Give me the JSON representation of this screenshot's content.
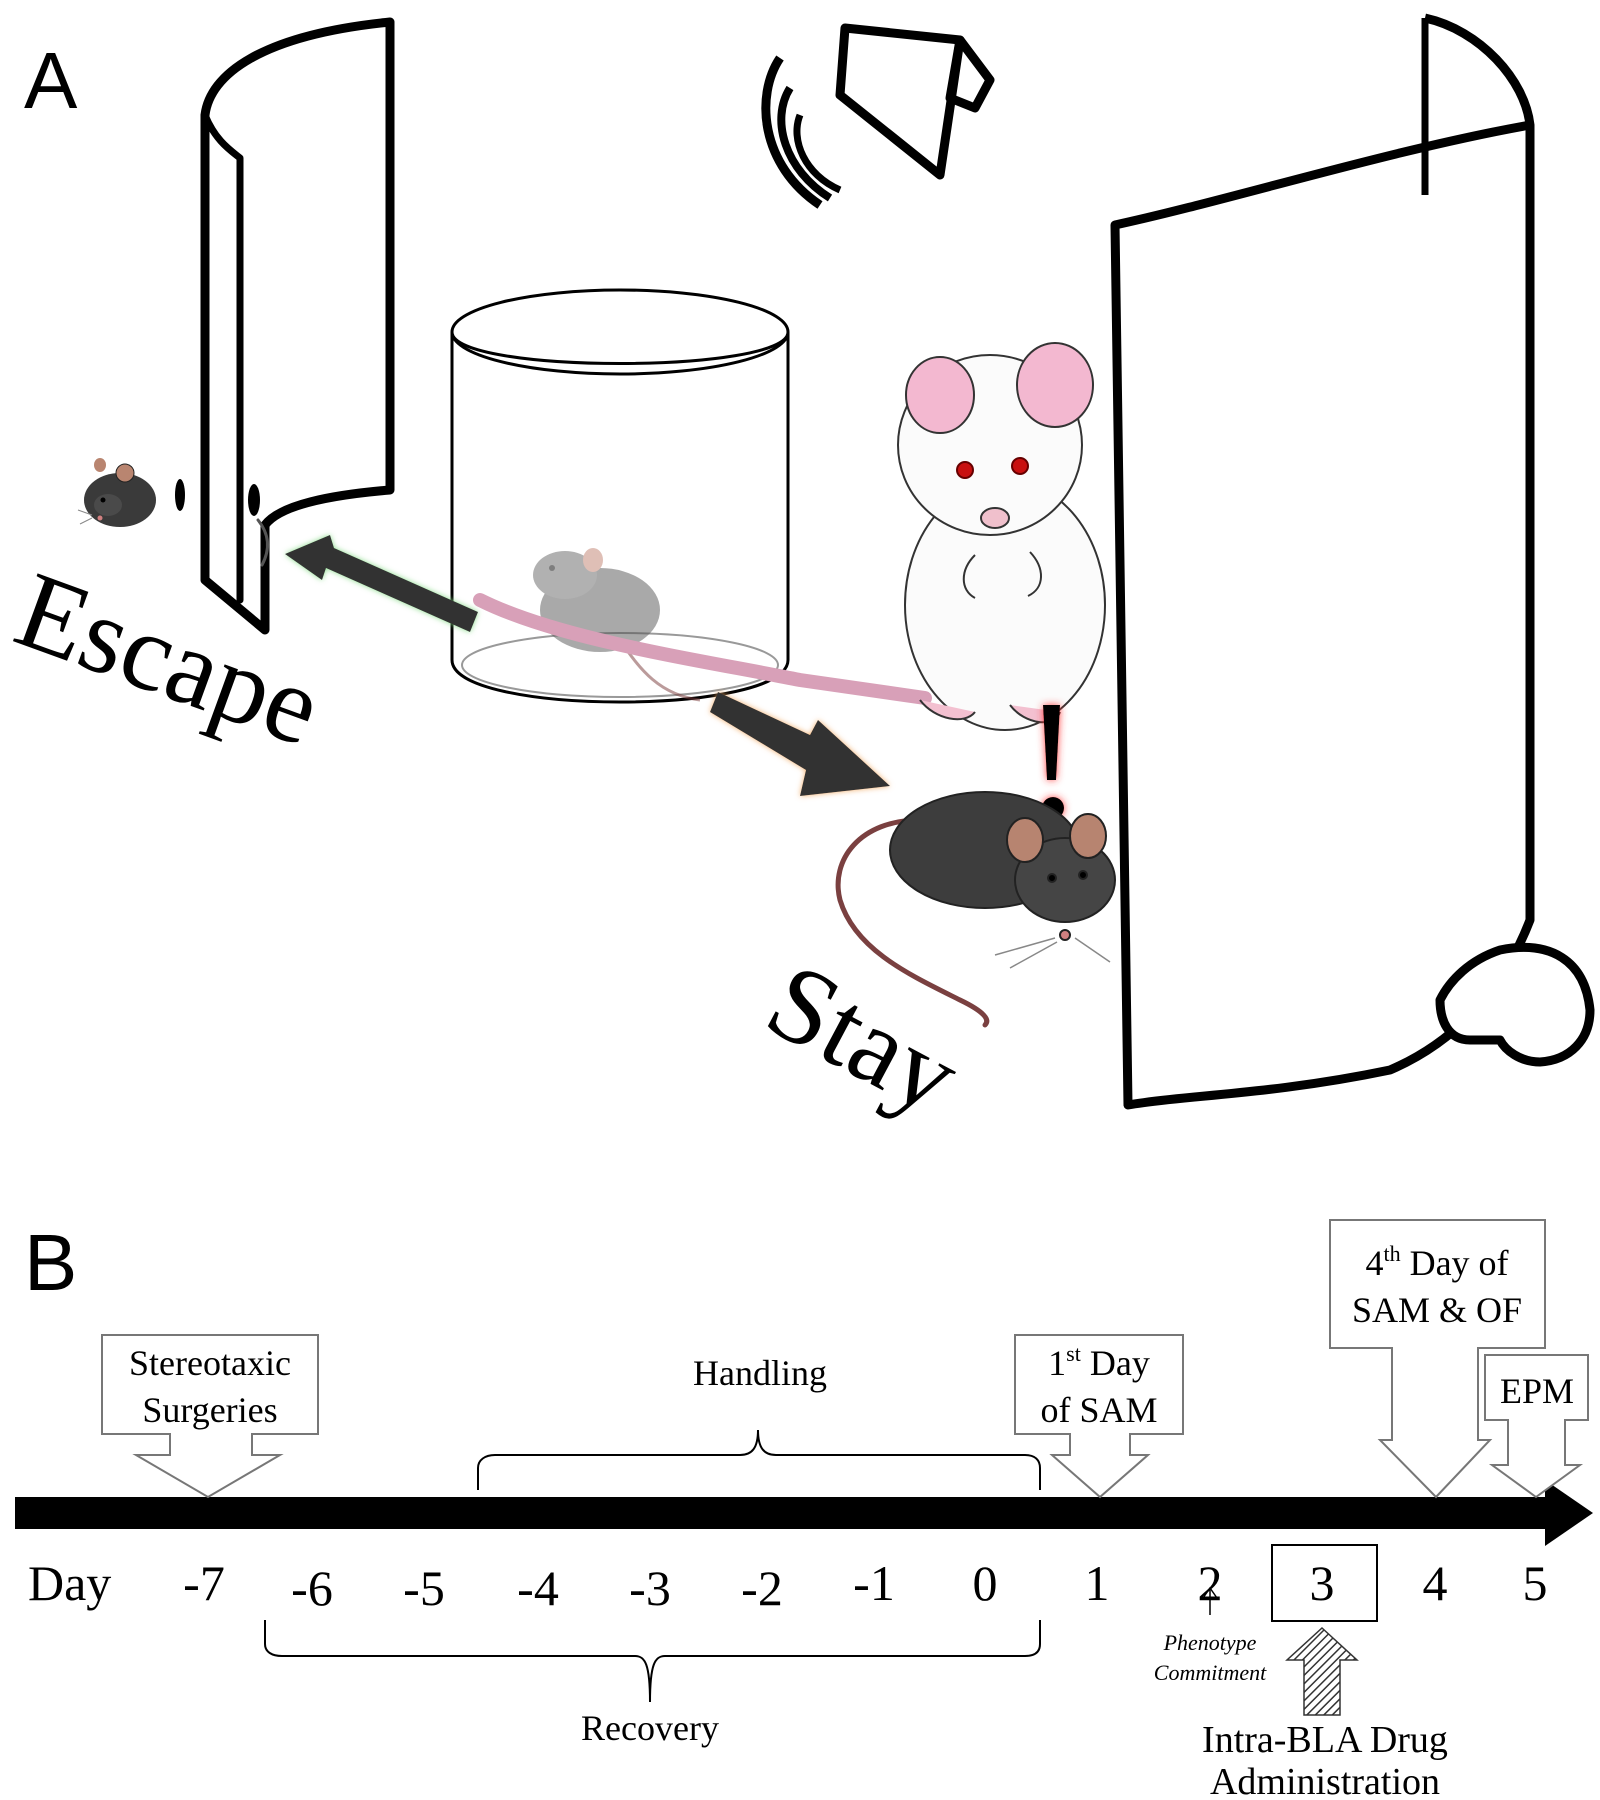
{
  "panel_a": {
    "label": "A",
    "escape_label": "Escape",
    "stay_label": "Stay",
    "icons": [
      "speaker-icon",
      "escape-tube",
      "center-cylinder",
      "stay-tube",
      "white-rat",
      "black-mouse-stay",
      "black-mouse-escape",
      "exclamation-icon",
      "escape-arrow",
      "stay-arrow"
    ],
    "colors": {
      "escape_glow": "#9be09b",
      "stay_glow": "#f0b070",
      "alert": "#e02020",
      "arrow": "#333333"
    }
  },
  "panel_b": {
    "label": "B",
    "day_label": "Day",
    "days": [
      "-7",
      "-6",
      "-5",
      "-4",
      "-3",
      "-2",
      "-1",
      "0",
      "1",
      "2",
      "3",
      "4",
      "5"
    ],
    "events": {
      "surgeries": {
        "line1": "Stereotaxic",
        "line2": "Surgeries"
      },
      "first_day": {
        "line1": "1",
        "sup": "st",
        "line1_rest": " Day",
        "line2": "of SAM"
      },
      "fourth_day": {
        "line1": "4",
        "sup": "th",
        "line1_rest": " Day of",
        "line2": "SAM & OF"
      },
      "epm": "EPM"
    },
    "handling": "Handling",
    "recovery": "Recovery",
    "phenotype": {
      "line1": "Phenotype",
      "line2": "Commitment"
    },
    "drug": {
      "line1": "Intra-BLA Drug",
      "line2": "Administration"
    }
  }
}
